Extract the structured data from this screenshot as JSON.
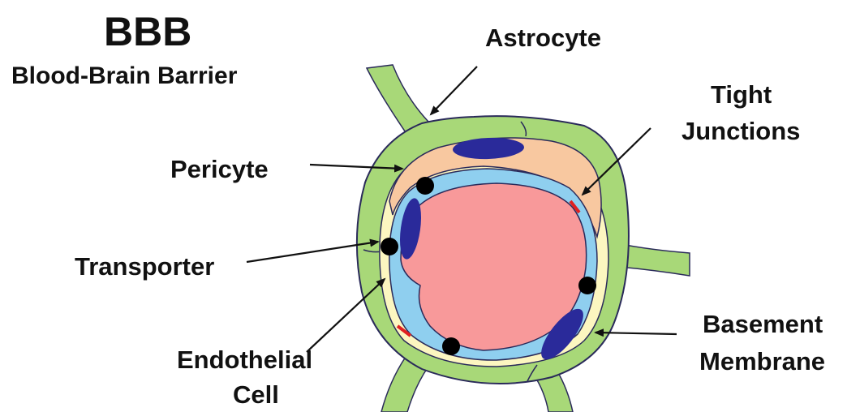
{
  "title": "BBB",
  "subtitle": "Blood-Brain Barrier",
  "labels": {
    "astrocyte": "Astrocyte",
    "tight_junctions": [
      "Tight",
      "Junctions"
    ],
    "pericyte": "Pericyte",
    "transporter": "Transporter",
    "endothelial_cell": [
      "Endothelial",
      "Cell"
    ],
    "basement_membrane": [
      "Basement",
      "Membrane"
    ]
  },
  "colors": {
    "astrocyte": "#a8d878",
    "pericyte": "#f8c8a0",
    "basement_membrane": "#fcf6c0",
    "endothelium": "#8fcfef",
    "lumen": "#f8999a",
    "nucleus": "#2a2a9a",
    "tight_junction": "#e02020",
    "transporter": "#000000",
    "outline": "#2a2a5a"
  }
}
